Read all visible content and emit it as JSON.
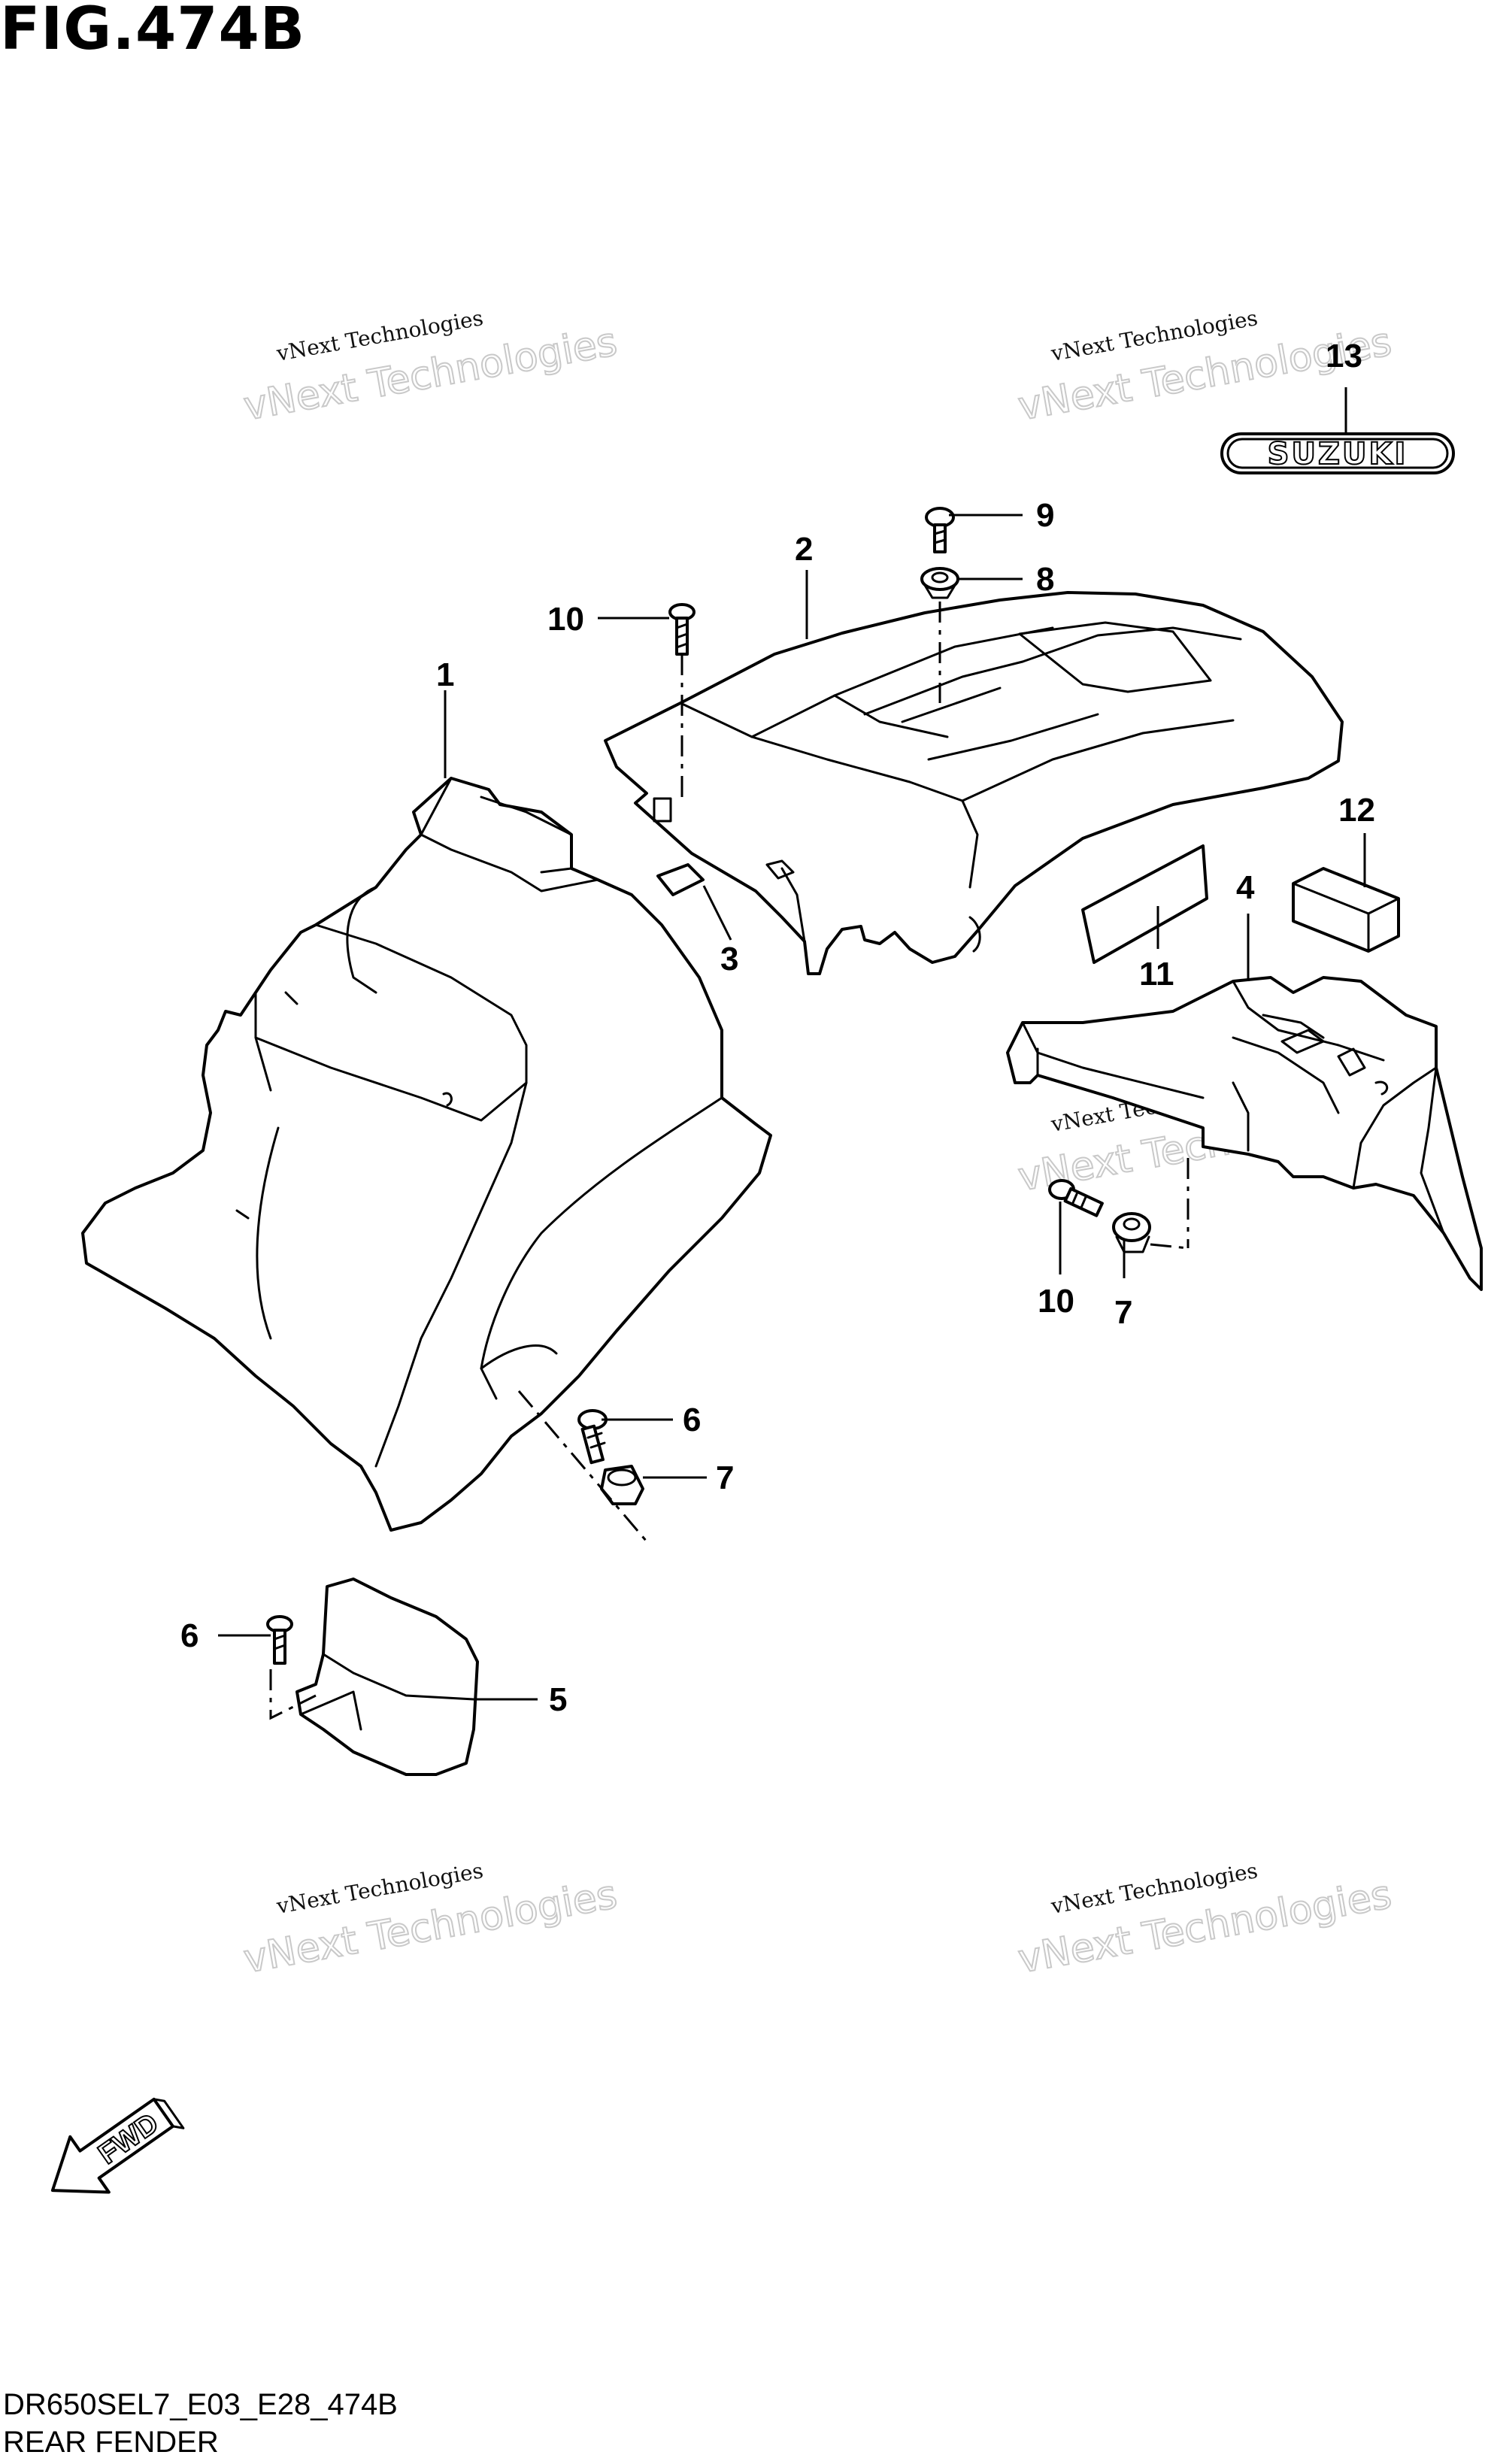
{
  "figure": {
    "title": "FIG.474B",
    "code": "DR650SEL7_E03_E28_474B",
    "name": "REAR FENDER"
  },
  "callouts": [
    "1",
    "2",
    "3",
    "4",
    "5",
    "6",
    "6",
    "7",
    "7",
    "8",
    "9",
    "10",
    "10",
    "11",
    "12",
    "13"
  ],
  "decal_text": "SUZUKI",
  "fwd_label": "FWD",
  "watermark": {
    "line1": "vNext Technologies",
    "line2": "vNext Technologies"
  },
  "colors": {
    "ink": "#000000",
    "watermark": "#c9c9c9",
    "background": "#ffffff"
  }
}
